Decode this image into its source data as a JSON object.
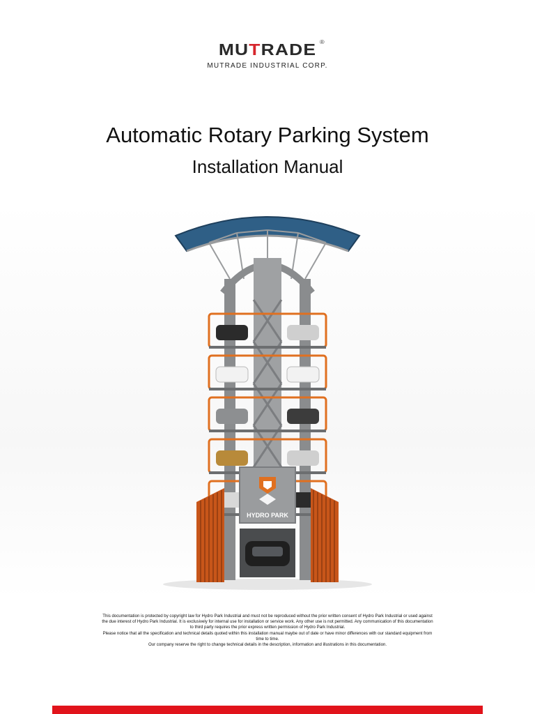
{
  "header": {
    "logo_prefix": "MU",
    "logo_accent": "T",
    "logo_suffix": "RADE",
    "registered_mark": "®",
    "company": "MUTRADE INDUSTRIAL CORP."
  },
  "title": "Automatic Rotary Parking System",
  "subtitle": "Installation Manual",
  "illustration": {
    "brand_label": "HYDRO PARK",
    "canopy_color": "#2f5f86",
    "frame_color": "#8a8c8e",
    "accent_color": "#e07020"
  },
  "legal": {
    "line1": "This documentation is protected by copyright law for Hydro Park Industrial and must not be reproduced without the prior written consent of Hydro Park Industrial or used against the due interest of Hydro Park Industrial. It is exclusively for internal use for installation or service work. Any other use is not permitted. Any communication of this documentation to third party requires the prior express written permission of Hydro Park Industrial.",
    "line2": "Please notice that all the specification and technical details quoted within this installation manual maybe out of date or have minor differences with our standard equipment from time to time.",
    "line3": "Our company reserve the right to change technical details in the description, information and illustrations in this documentation."
  },
  "footer": {
    "bar_color": "#e1131b"
  }
}
